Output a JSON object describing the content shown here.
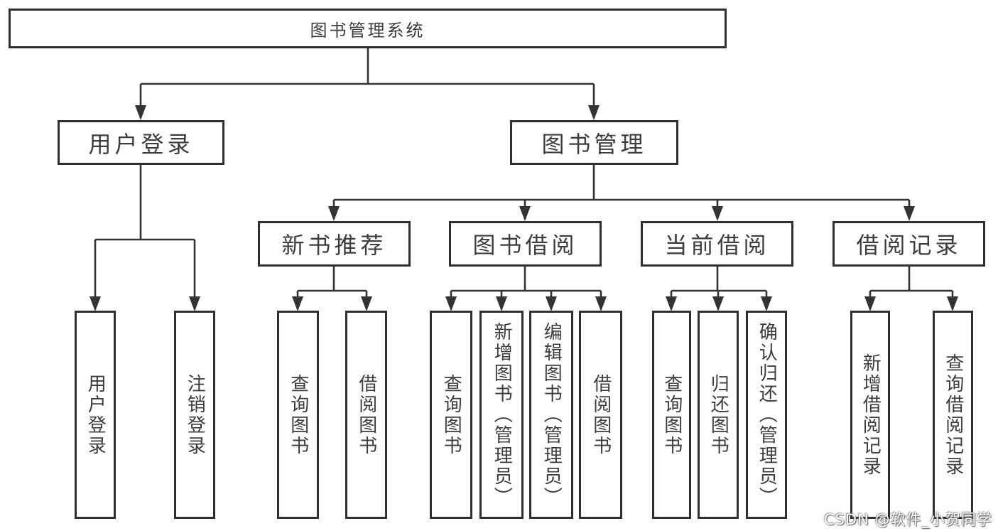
{
  "diagram": {
    "type": "hierarchy-tree",
    "nodes": {
      "root": {
        "label": "图书管理系统"
      },
      "user_login": {
        "label": "用户登录"
      },
      "book_mgmt": {
        "label": "图书管理"
      },
      "new_book_rec": {
        "label": "新书推荐"
      },
      "book_borrow": {
        "label": "图书借阅"
      },
      "current_borrow": {
        "label": "当前借阅"
      },
      "borrow_records": {
        "label": "借阅记录"
      },
      "leaf_user_login": {
        "label": "用户登录"
      },
      "leaf_logout": {
        "label": "注销登录"
      },
      "leaf_nbr_query_books": {
        "label": "查询图书"
      },
      "leaf_nbr_borrow_books": {
        "label": "借阅图书"
      },
      "leaf_bb_query_books": {
        "label": "查询图书"
      },
      "leaf_bb_add_books": {
        "label": "新增图书（管理员）"
      },
      "leaf_bb_edit_books": {
        "label": "编辑图书（管理员）"
      },
      "leaf_bb_borrow_books": {
        "label": "借阅图书"
      },
      "leaf_cb_query_books": {
        "label": "查询图书"
      },
      "leaf_cb_return_books": {
        "label": "归还图书"
      },
      "leaf_cb_confirm_return": {
        "label": "确认归还（管理员）"
      },
      "leaf_br_add_record": {
        "label": "新增借阅记录"
      },
      "leaf_br_query_record": {
        "label": "查询借阅记录"
      }
    },
    "hierarchy": {
      "图书管理系统": [
        "用户登录",
        "图书管理"
      ],
      "用户登录": [
        "用户登录",
        "注销登录"
      ],
      "图书管理": [
        "新书推荐",
        "图书借阅",
        "当前借阅",
        "借阅记录"
      ],
      "新书推荐": [
        "查询图书",
        "借阅图书"
      ],
      "图书借阅": [
        "查询图书",
        "新增图书（管理员）",
        "编辑图书（管理员）",
        "借阅图书"
      ],
      "当前借阅": [
        "查询图书",
        "归还图书",
        "确认归还（管理员）"
      ],
      "借阅记录": [
        "新增借阅记录",
        "查询借阅记录"
      ]
    },
    "colors": {
      "line": "#333333",
      "box_border": "#2f2f2f",
      "box_fill": "#ffffff",
      "text": "#3d3d3d",
      "background": "#ffffff",
      "watermark_text": "#ffffff"
    }
  },
  "watermark": {
    "text": "CSDN @软件_小贺同学"
  }
}
